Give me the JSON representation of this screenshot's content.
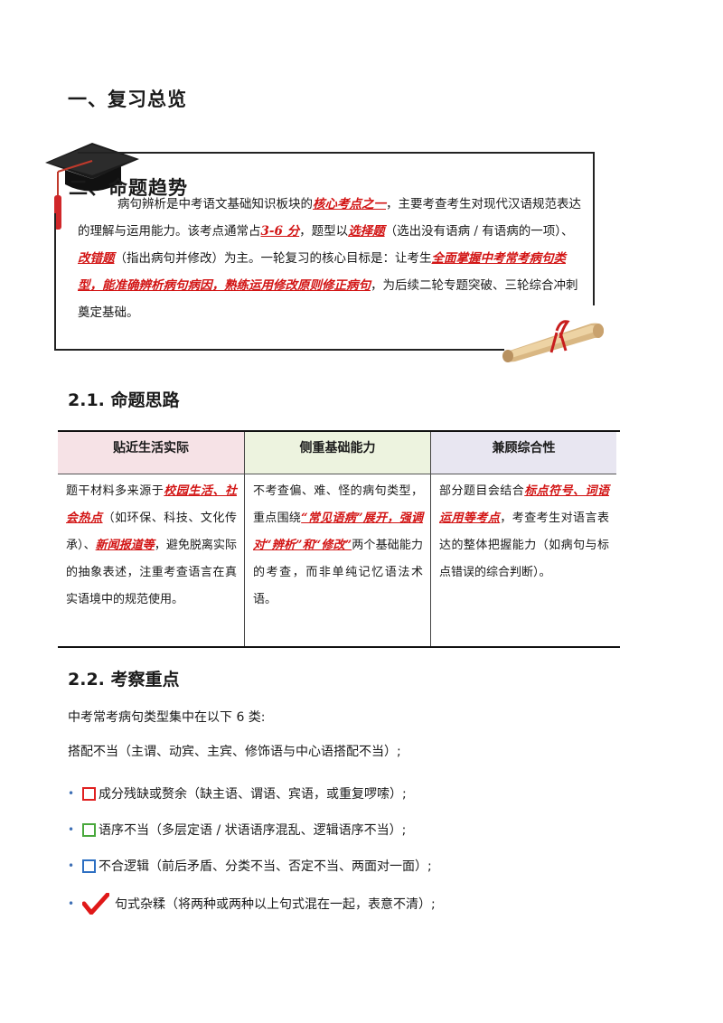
{
  "headings": {
    "h1": "一、复习总览",
    "h2": "二、命题趋势",
    "s21": "2.1. 命题思路",
    "s22": "2.2. 考察重点"
  },
  "intro": [
    {
      "t": "病句辨析是中考语文基础知识板块的"
    },
    {
      "t": "核心考点之一",
      "em": true
    },
    {
      "t": "，主要考查考生对现代汉语规范表达的理解与运用能力。该考点通常占"
    },
    {
      "t": "3-6 分",
      "em": true
    },
    {
      "t": "，题型以"
    },
    {
      "t": "选择题",
      "em": true
    },
    {
      "t": "（选出没有语病 / 有语病的一项）、"
    },
    {
      "t": "改错题",
      "em": true
    },
    {
      "t": "（指出病句并修改）为主。一轮复习的核心目标是：让考生"
    },
    {
      "t": "全面掌握中考常考病句类型，能准确辨析病句病因，熟练运用修改原则修正病句",
      "em": true
    },
    {
      "t": "，为后续二轮专题突破、三轮综合冲刺奠定基础。"
    }
  ],
  "table": {
    "headers": [
      "贴近生活实际",
      "侧重基础能力",
      "兼顾综合性"
    ],
    "cells": [
      [
        {
          "t": "题干材料多来源于"
        },
        {
          "t": "校园生活、社会热点",
          "em": true
        },
        {
          "t": "（如环保、科技、文化传承）、"
        },
        {
          "t": "新闻报道等",
          "em": true
        },
        {
          "t": "，避免脱离实际的抽象表述，注重考查语言在真实语境中的规范使用。"
        }
      ],
      [
        {
          "t": "不考查偏、难、怪的病句类型，重点围绕"
        },
        {
          "t": "“常见语病”展开，强调对“辨析”和“修改”",
          "em": true
        },
        {
          "t": "两个基础能力的考查，而非单纯记忆语法术语。"
        }
      ],
      [
        {
          "t": "部分题目会结合"
        },
        {
          "t": "标点符号、词语运用等考点",
          "em": true
        },
        {
          "t": "，考查考生对语言表达的整体把握能力（如病句与标点错误的综合判断）。"
        }
      ]
    ]
  },
  "focus": {
    "intro": "中考常考病句类型集中在以下 6 类:",
    "line1": "搭配不当（主谓、动宾、主宾、修饰语与中心语搭配不当）;",
    "bullets": [
      {
        "marker": "red-checkbox-icon",
        "color": "#e02020",
        "text": "成分残缺或赘余（缺主语、谓语、宾语，或重复啰嗦）;"
      },
      {
        "marker": "green-checkbox-icon",
        "color": "#49a83c",
        "text": "语序不当（多层定语 / 状语语序混乱、逻辑语序不当）;"
      },
      {
        "marker": "blue-checkbox-icon",
        "color": "#2d6fc2",
        "text": "不合逻辑（前后矛盾、分类不当、否定不当、两面对一面）;"
      },
      {
        "marker": "red-checkmark-icon",
        "color": "#e01818",
        "text": "句式杂糅（将两种或两种以上句式混在一起，表意不清）;"
      }
    ]
  }
}
